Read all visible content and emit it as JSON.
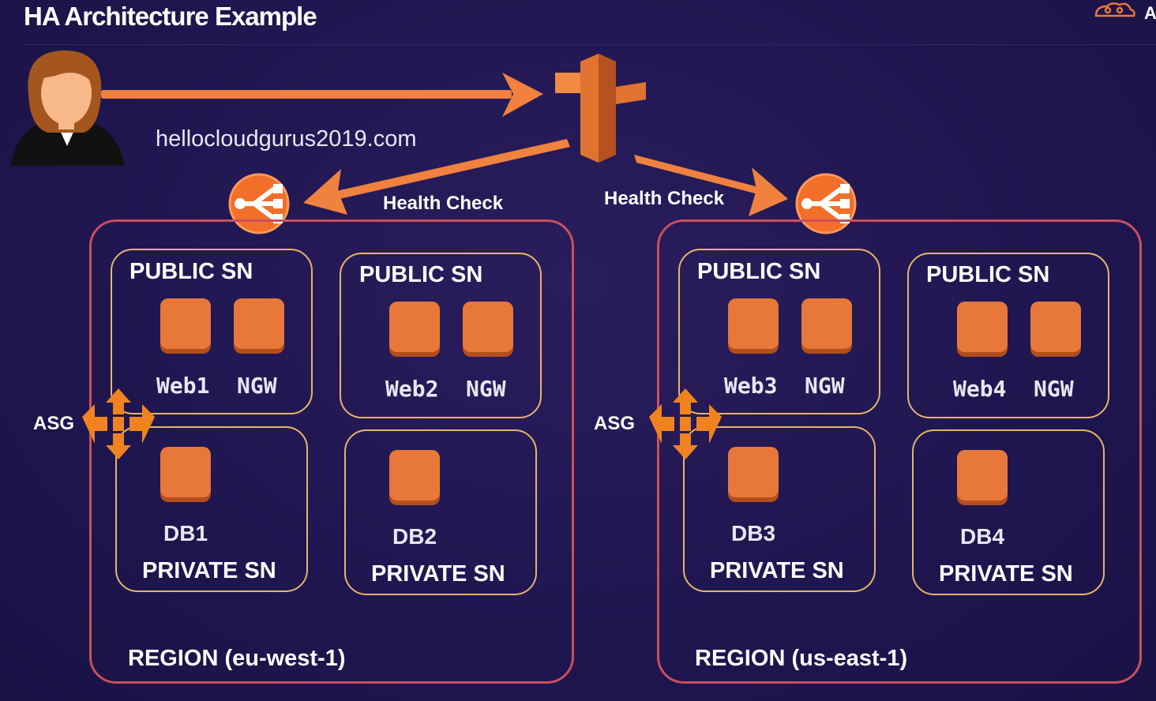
{
  "title": "HA Architecture Example",
  "corner_text": "A",
  "domain": "hellocloudgurus2019.com",
  "health_check_left": "Health Check",
  "health_check_right": "Health Check",
  "asg_left": "ASG",
  "asg_right": "ASG",
  "regions": [
    {
      "label": "REGION (eu-west-1)",
      "public": [
        {
          "label": "PUBLIC SN",
          "web": "Web1",
          "ngw": "NGW"
        },
        {
          "label": "PUBLIC SN",
          "web": "Web2",
          "ngw": "NGW"
        }
      ],
      "private": [
        {
          "db": "DB1",
          "label": "PRIVATE SN"
        },
        {
          "db": "DB2",
          "label": "PRIVATE SN"
        }
      ]
    },
    {
      "label": "REGION (us-east-1)",
      "public": [
        {
          "label": "PUBLIC SN",
          "web": "Web3",
          "ngw": "NGW"
        },
        {
          "label": "PUBLIC SN",
          "web": "Web4",
          "ngw": "NGW"
        }
      ],
      "private": [
        {
          "db": "DB3",
          "label": "PRIVATE SN"
        },
        {
          "db": "DB4",
          "label": "PRIVATE SN"
        }
      ]
    }
  ],
  "icons": {
    "user": "user-avatar-icon",
    "dns": "route53-dns-icon",
    "load_balancer": "load-balancer-icon",
    "auto_scaling": "auto-scaling-icon",
    "instance": "ec2-instance-icon",
    "logo": "cloud-logo-icon"
  },
  "colors": {
    "accent": "#e8783a",
    "region_border": "#c94f5e",
    "subnet_border": "#e7b46b",
    "background": "#1f1650"
  }
}
